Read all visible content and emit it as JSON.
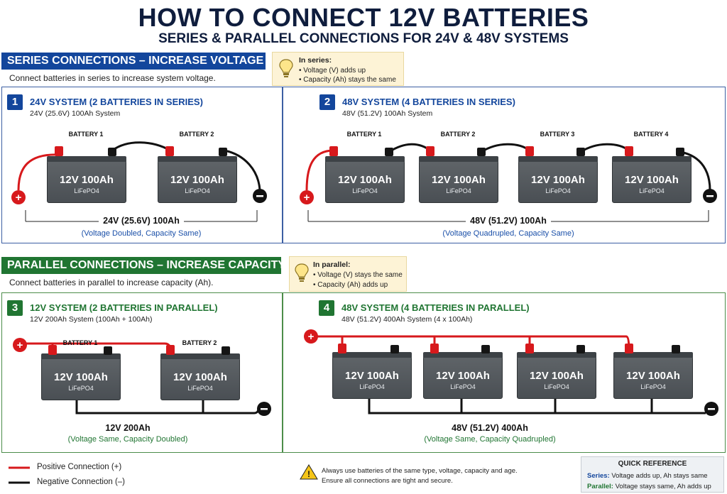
{
  "title": "HOW TO CONNECT 12V BATTERIES",
  "subtitle": "SERIES & PARALLEL CONNECTIONS FOR 24V & 48V SYSTEMS",
  "series": {
    "banner": "SERIES CONNECTIONS – INCREASE VOLTAGE (V)",
    "description": "Connect batteries in series to increase system voltage.",
    "tip": {
      "heading": "In series:",
      "line1": "• Voltage (V) adds up",
      "line2": "• Capacity (Ah) stays the same"
    }
  },
  "parallel": {
    "banner": "PARALLEL CONNECTIONS – INCREASE CAPACITY (Ah)",
    "description": "Connect batteries in parallel to increase capacity (Ah).",
    "tip": {
      "heading": "In parallel:",
      "line1": "• Voltage (V) stays the same",
      "line2": "• Capacity (Ah) adds up"
    }
  },
  "panels": {
    "p1": {
      "number": "1",
      "title": "24V SYSTEM (2 BATTERIES IN SERIES)",
      "subtitle": "24V (25.6V) 100Ah System",
      "total": "24V (25.6V) 100Ah",
      "note": "(Voltage Doubled, Capacity Same)"
    },
    "p2": {
      "number": "2",
      "title": "48V SYSTEM (4 BATTERIES IN SERIES)",
      "subtitle": "48V (51.2V) 100Ah System",
      "total": "48V (51.2V) 100Ah",
      "note": "(Voltage Quadrupled, Capacity Same)"
    },
    "p3": {
      "number": "3",
      "title": "12V SYSTEM (2 BATTERIES IN PARALLEL)",
      "subtitle": "12V 200Ah System (100Ah + 100Ah)",
      "total": "12V 200Ah",
      "note": "(Voltage Same, Capacity Doubled)"
    },
    "p4": {
      "number": "4",
      "title": "48V SYSTEM (4 BATTERIES IN PARALLEL)",
      "subtitle": "48V (51.2V) 400Ah System (4 x 100Ah)",
      "total": "48V (51.2V) 400Ah",
      "note": "(Voltage Same, Capacity Quadrupled)"
    }
  },
  "battery": {
    "capacity": "12V 100Ah",
    "chemistry": "LiFePO4",
    "labels": [
      "BATTERY 1",
      "BATTERY 2",
      "BATTERY 3",
      "BATTERY 4"
    ]
  },
  "legend": {
    "positive": "Positive Connection (+)",
    "negative": "Negative Connection (–)"
  },
  "warning": {
    "line1": "Always use batteries of the same type, voltage, capacity and age.",
    "line2": "Ensure all connections are tight and secure."
  },
  "quick_reference": {
    "heading": "QUICK REFERENCE",
    "series_key": "Series:",
    "series_text": "Voltage adds up, Ah stays same",
    "parallel_key": "Parallel:",
    "parallel_text": "Voltage stays same, Ah adds up"
  },
  "colors": {
    "positive": "#d7191c",
    "negative": "#111111",
    "series_accent": "#13469c",
    "parallel_accent": "#207532"
  },
  "icons": {
    "tip": "lightbulb-icon",
    "warning": "warning-triangle-icon",
    "positive_terminal": "plus-icon",
    "negative_terminal": "minus-icon"
  }
}
